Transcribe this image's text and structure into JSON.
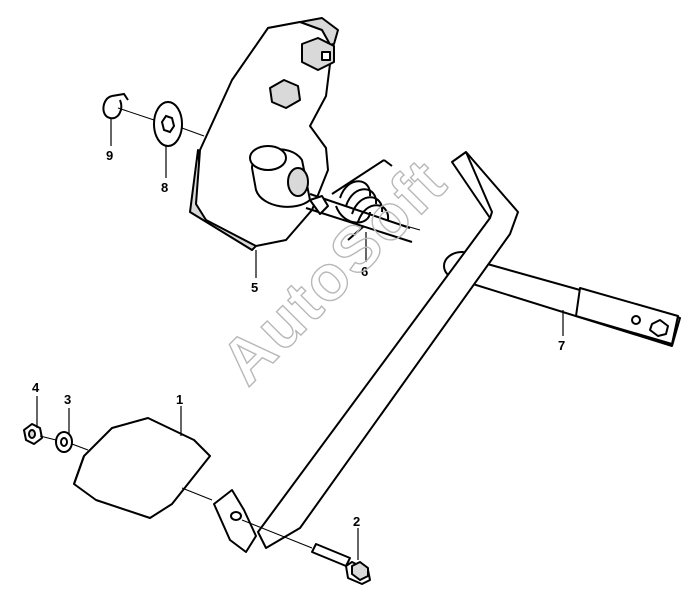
{
  "diagram": {
    "watermark": "AutoSoft",
    "callouts": [
      {
        "id": "1",
        "label": "1"
      },
      {
        "id": "2",
        "label": "2"
      },
      {
        "id": "3",
        "label": "3"
      },
      {
        "id": "4",
        "label": "4"
      },
      {
        "id": "5",
        "label": "5"
      },
      {
        "id": "6",
        "label": "6"
      },
      {
        "id": "7",
        "label": "7"
      },
      {
        "id": "8",
        "label": "8"
      },
      {
        "id": "9",
        "label": "9"
      }
    ]
  },
  "colors": {
    "stroke": "#000000",
    "part_fill": "#ffffff",
    "part_shade": "#d9d9d9",
    "watermark": "#b8b8b8"
  }
}
